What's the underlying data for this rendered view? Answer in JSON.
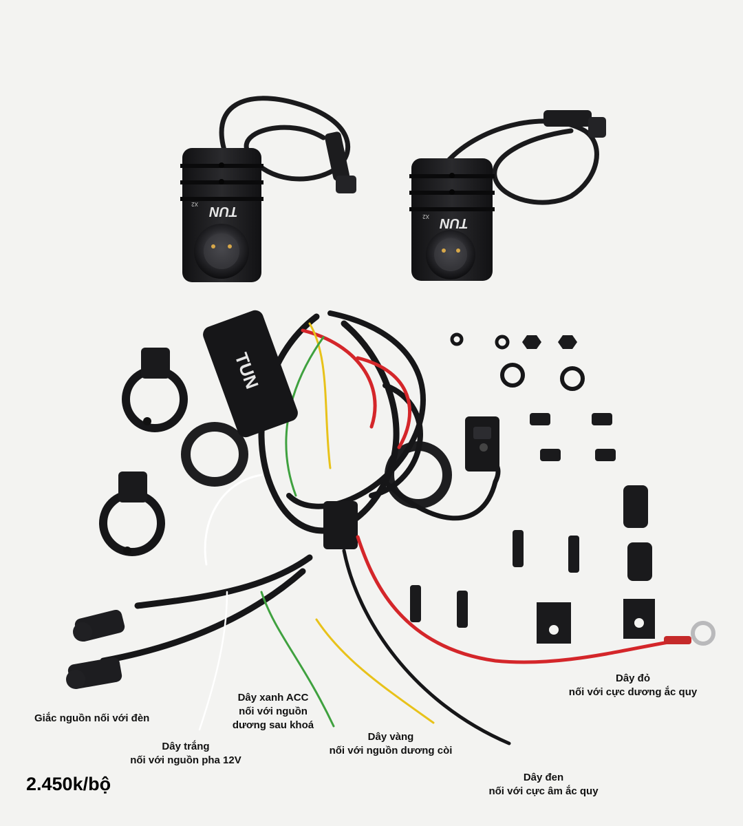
{
  "brand": {
    "lamp_logo": "TUN",
    "lamp_model": "X2",
    "controller_logo": "TUN"
  },
  "labels": {
    "power_plug": "Giắc nguồn nối với đèn",
    "white_wire": {
      "line1": "Dây trắng",
      "line2": "nối với nguồn pha 12V"
    },
    "green_wire": {
      "line1": "Dây xanh ACC",
      "line2": "nối với nguồn",
      "line3": "dương sau khoá"
    },
    "yellow_wire": {
      "line1": "Dây vàng",
      "line2": "nối với nguồn dương còi"
    },
    "black_wire": {
      "line1": "Dây đen",
      "line2": "nối với cực âm ắc quy"
    },
    "red_wire": {
      "line1": "Dây đỏ",
      "line2": "nối với cực dương ắc quy"
    }
  },
  "price": "2.450k/bộ",
  "colors": {
    "background": "#f3f3f1",
    "metal": "#1b1b1d",
    "red_wire": "#d4262a",
    "yellow_wire": "#e8c21a",
    "green_wire": "#3fa13f",
    "white_wire": "#ffffff"
  }
}
